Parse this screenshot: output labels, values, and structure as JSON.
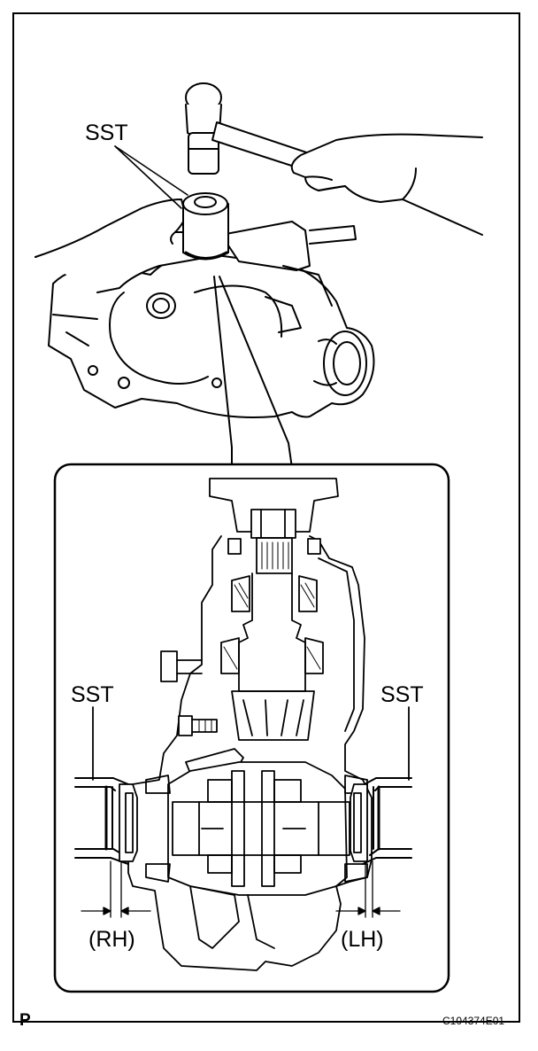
{
  "labels": {
    "sst_top": "SST",
    "sst_left": "SST",
    "sst_right": "SST",
    "rh": "(RH)",
    "lh": "(LH)"
  },
  "footer": {
    "corner_mark": "P",
    "figure_code": "C104374E01"
  }
}
